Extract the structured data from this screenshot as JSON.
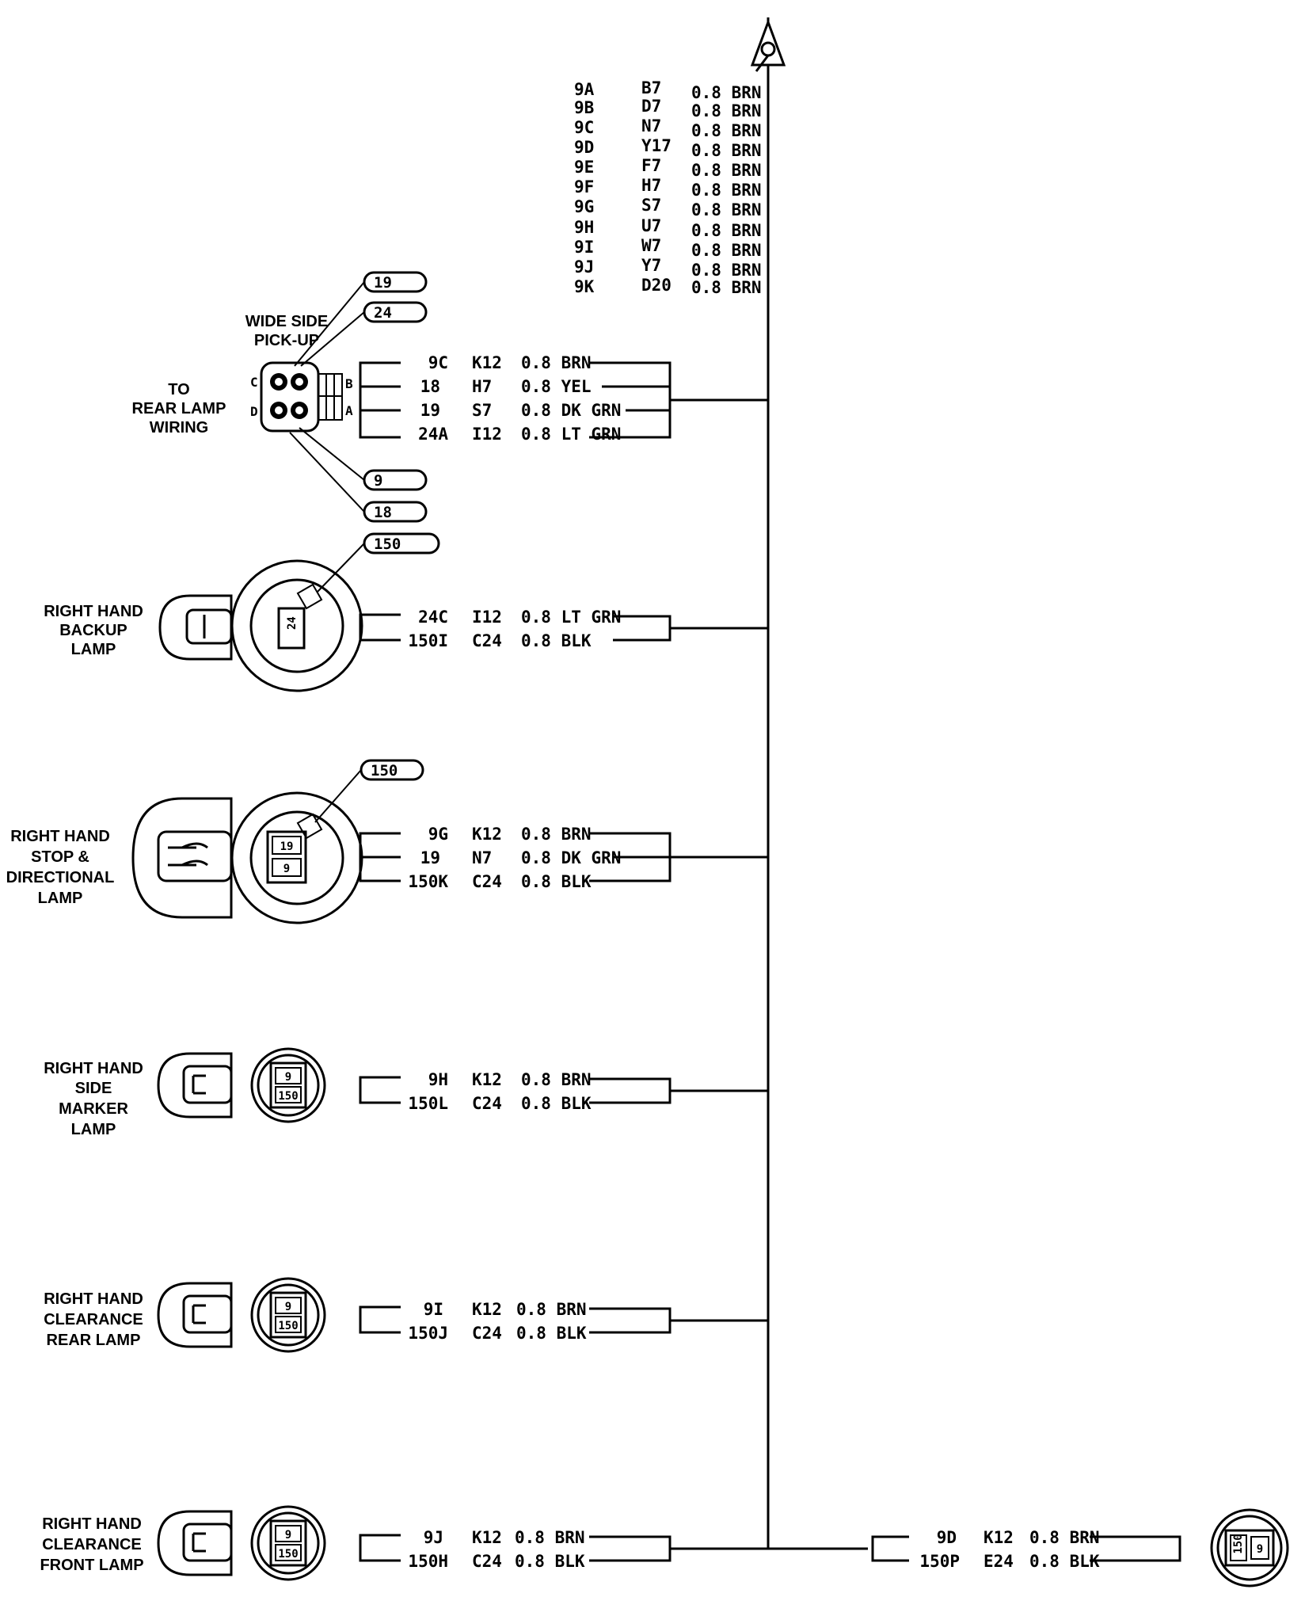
{
  "splice_list": [
    {
      "circuit": "9A",
      "cavity": "B7",
      "wire": "0.8 BRN"
    },
    {
      "circuit": "9B",
      "cavity": "D7",
      "wire": "0.8 BRN"
    },
    {
      "circuit": "9C",
      "cavity": "N7",
      "wire": "0.8 BRN"
    },
    {
      "circuit": "9D",
      "cavity": "Y17",
      "wire": "0.8 BRN"
    },
    {
      "circuit": "9E",
      "cavity": "F7",
      "wire": "0.8 BRN"
    },
    {
      "circuit": "9F",
      "cavity": "H7",
      "wire": "0.8 BRN"
    },
    {
      "circuit": "9G",
      "cavity": "S7",
      "wire": "0.8 BRN"
    },
    {
      "circuit": "9H",
      "cavity": "U7",
      "wire": "0.8 BRN"
    },
    {
      "circuit": "9I",
      "cavity": "W7",
      "wire": "0.8 BRN"
    },
    {
      "circuit": "9J",
      "cavity": "Y7",
      "wire": "0.8 BRN"
    },
    {
      "circuit": "9K",
      "cavity": "D20",
      "wire": "0.8 BRN"
    }
  ],
  "rear_lamp": {
    "title": [
      "TO",
      "REAR LAMP",
      "WIRING"
    ],
    "subtitle": [
      "WIDE SIDE",
      "PICK-UP"
    ],
    "pins": [
      "C",
      "D",
      "B",
      "A"
    ],
    "tags": [
      "19",
      "24",
      "9",
      "18"
    ],
    "wires": [
      {
        "circuit": "9C",
        "cavity": "K12",
        "wire": "0.8 BRN"
      },
      {
        "circuit": "18",
        "cavity": "H7",
        "wire": "0.8 YEL"
      },
      {
        "circuit": "19",
        "cavity": "S7",
        "wire": "0.8 DK GRN"
      },
      {
        "circuit": "24A",
        "cavity": "I12",
        "wire": "0.8 LT GRN"
      }
    ]
  },
  "backup_lamp": {
    "title": [
      "RIGHT HAND",
      "BACKUP",
      "LAMP"
    ],
    "tag": "150",
    "pin": "24",
    "wires": [
      {
        "circuit": "24C",
        "cavity": "I12",
        "wire": "0.8 LT GRN"
      },
      {
        "circuit": "150I",
        "cavity": "C24",
        "wire": "0.8 BLK"
      }
    ]
  },
  "stop_lamp": {
    "title": [
      "RIGHT HAND",
      "STOP &",
      "DIRECTIONAL",
      "LAMP"
    ],
    "tag": "150",
    "pins": [
      "19",
      "9"
    ],
    "wires": [
      {
        "circuit": "9G",
        "cavity": "K12",
        "wire": "0.8 BRN"
      },
      {
        "circuit": "19",
        "cavity": "N7",
        "wire": "0.8 DK GRN"
      },
      {
        "circuit": "150K",
        "cavity": "C24",
        "wire": "0.8 BLK"
      }
    ]
  },
  "side_marker": {
    "title": [
      "RIGHT HAND",
      "SIDE",
      "MARKER",
      "LAMP"
    ],
    "pins": [
      "9",
      "150"
    ],
    "wires": [
      {
        "circuit": "9H",
        "cavity": "K12",
        "wire": "0.8 BRN"
      },
      {
        "circuit": "150L",
        "cavity": "C24",
        "wire": "0.8 BLK"
      }
    ]
  },
  "clearance_rear": {
    "title": [
      "RIGHT HAND",
      "CLEARANCE",
      "REAR LAMP"
    ],
    "pins": [
      "9",
      "150"
    ],
    "wires": [
      {
        "circuit": "9I",
        "cavity": "K12",
        "wire": "0.8 BRN"
      },
      {
        "circuit": "150J",
        "cavity": "C24",
        "wire": "0.8 BLK"
      }
    ]
  },
  "clearance_front": {
    "title": [
      "RIGHT HAND",
      "CLEARANCE",
      "FRONT LAMP"
    ],
    "pins": [
      "9",
      "150"
    ],
    "wires": [
      {
        "circuit": "9J",
        "cavity": "K12",
        "wire": "0.8 BRN"
      },
      {
        "circuit": "150H",
        "cavity": "C24",
        "wire": "0.8 BLK"
      }
    ]
  },
  "right_connector": {
    "pins": [
      "150",
      "9"
    ],
    "wires": [
      {
        "circuit": "9D",
        "cavity": "K12",
        "wire": "0.8 BRN"
      },
      {
        "circuit": "150P",
        "cavity": "E24",
        "wire": "0.8 BLK"
      }
    ]
  }
}
